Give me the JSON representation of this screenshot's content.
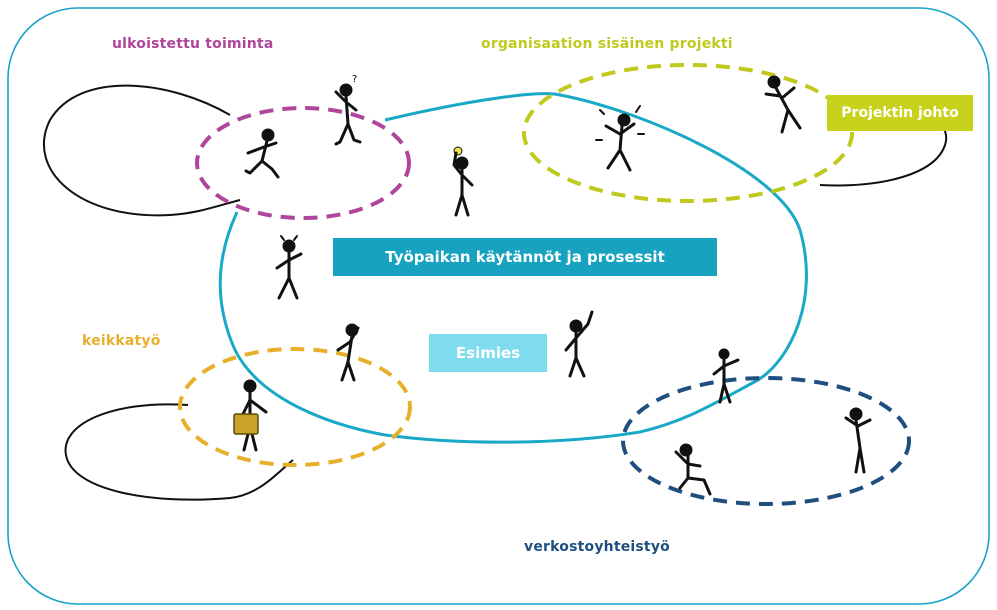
{
  "labels": {
    "outsourced": "ulkoistettu toiminta",
    "internal_project": "organisaation sisäinen projekti",
    "gig_work": "keikkatyö",
    "network": "verkostoyhteistyö"
  },
  "boxes": {
    "workplace": "Työpaikan käytännöt ja prosessit",
    "manager": "Esimies",
    "project_lead": "Projektin johto"
  },
  "colors": {
    "frame": "#1aa3c8",
    "center_loop": "#19a9c6",
    "outsourced": "#b0459c",
    "internal_project": "#c0c91e",
    "gig_work": "#e8b02a",
    "network": "#1f4f7f",
    "workplace_box": "#17a3bf",
    "manager_box": "#7fdcef",
    "project_lead_box": "#c8d21c",
    "figure": "#111111",
    "briefcase": "#c9a227"
  }
}
